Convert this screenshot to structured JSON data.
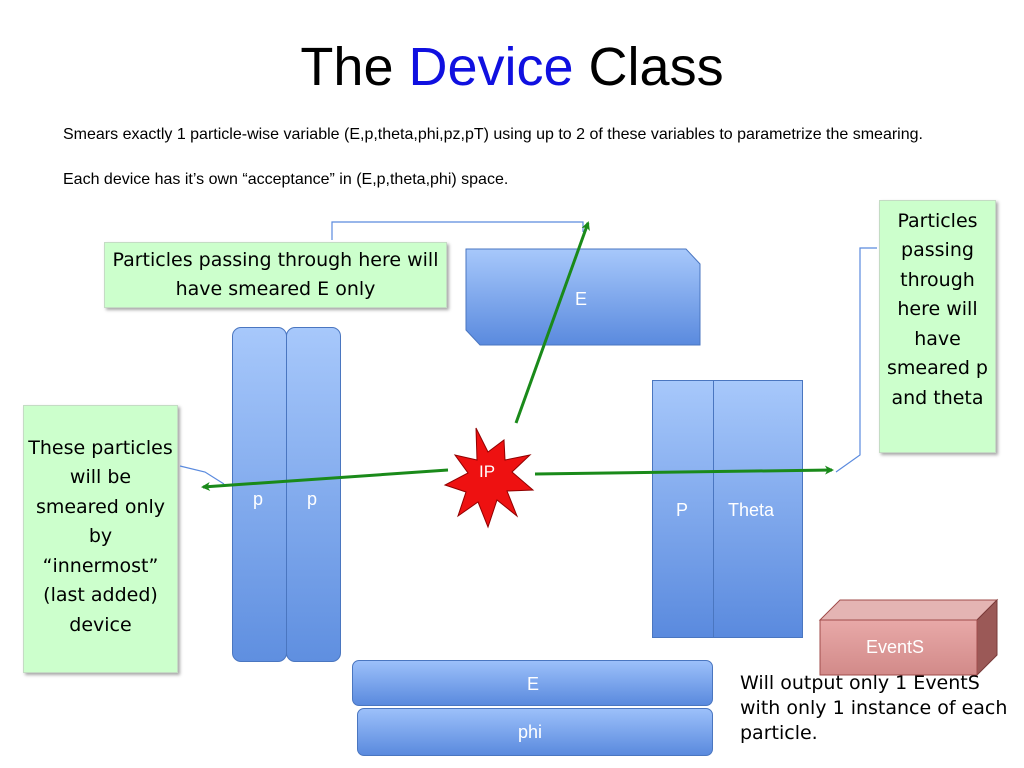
{
  "title": {
    "part1": "The ",
    "highlight": "Device",
    "part2": " Class"
  },
  "intro": {
    "line1": "Smears exactly 1 particle-wise variable (E,p,theta,phi,pz,pT) using up to 2 of these variables to parametrize the smearing.",
    "line2": "Each device has it’s own “acceptance” in (E,p,theta,phi) space."
  },
  "callouts": {
    "top": "Particles passing through here will have smeared E only",
    "left": "These particles will be smeared only by “innermost” (last added) device",
    "right": "Particles passing through here will have smeared p and theta"
  },
  "boxes": {
    "top_E": "E",
    "left_p1": "p",
    "left_p2": "p",
    "right_P": "P",
    "right_theta": "Theta",
    "bottom_E": "E",
    "bottom_phi": "phi"
  },
  "ip_label": "IP",
  "events_label": "EventS",
  "output_text": "Will output only 1 EventS with only 1 instance of each particle.",
  "colors": {
    "title_highlight": "#1010e0",
    "callout_bg": "#ccffcc",
    "device_blue": "#5b8ddf",
    "arrow_green": "#1a8a1a",
    "ip_red": "#ee1111",
    "events_box": "#d99594"
  }
}
